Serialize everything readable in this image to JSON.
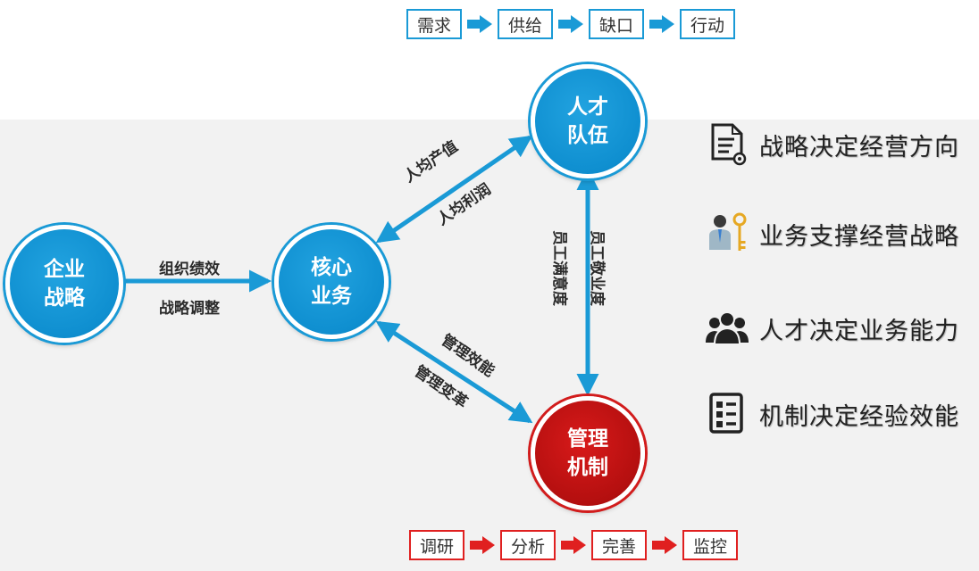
{
  "top_flow": [
    "需求",
    "供给",
    "缺口",
    "行动"
  ],
  "bottom_flow": [
    "调研",
    "分析",
    "完善",
    "监控"
  ],
  "nodes": {
    "strategy": [
      "企业",
      "战略"
    ],
    "core_business": [
      "核心",
      "业务"
    ],
    "talent": [
      "人才",
      "队伍"
    ],
    "mechanism": [
      "管理",
      "机制"
    ]
  },
  "edge_labels": {
    "strategy_core": [
      "组织绩效",
      "战略调整"
    ],
    "core_talent": [
      "人均产值",
      "人均利润"
    ],
    "talent_mechanism": [
      "员工敬业度",
      "员工满意度"
    ],
    "core_mechanism": [
      "管理效能",
      "管理变革"
    ]
  },
  "principles": [
    {
      "icon": "document-gear-icon",
      "text": "战略决定经营方向"
    },
    {
      "icon": "businessman-key-icon",
      "text": "业务支撑经营战略"
    },
    {
      "icon": "people-group-icon",
      "text": "人才决定业务能力"
    },
    {
      "icon": "checklist-icon",
      "text": "机制决定经验效能"
    }
  ],
  "colors": {
    "blue": "#1a9ad6",
    "red": "#e02020",
    "dark_red": "#b40f0f",
    "band": "#f2f2f2"
  }
}
